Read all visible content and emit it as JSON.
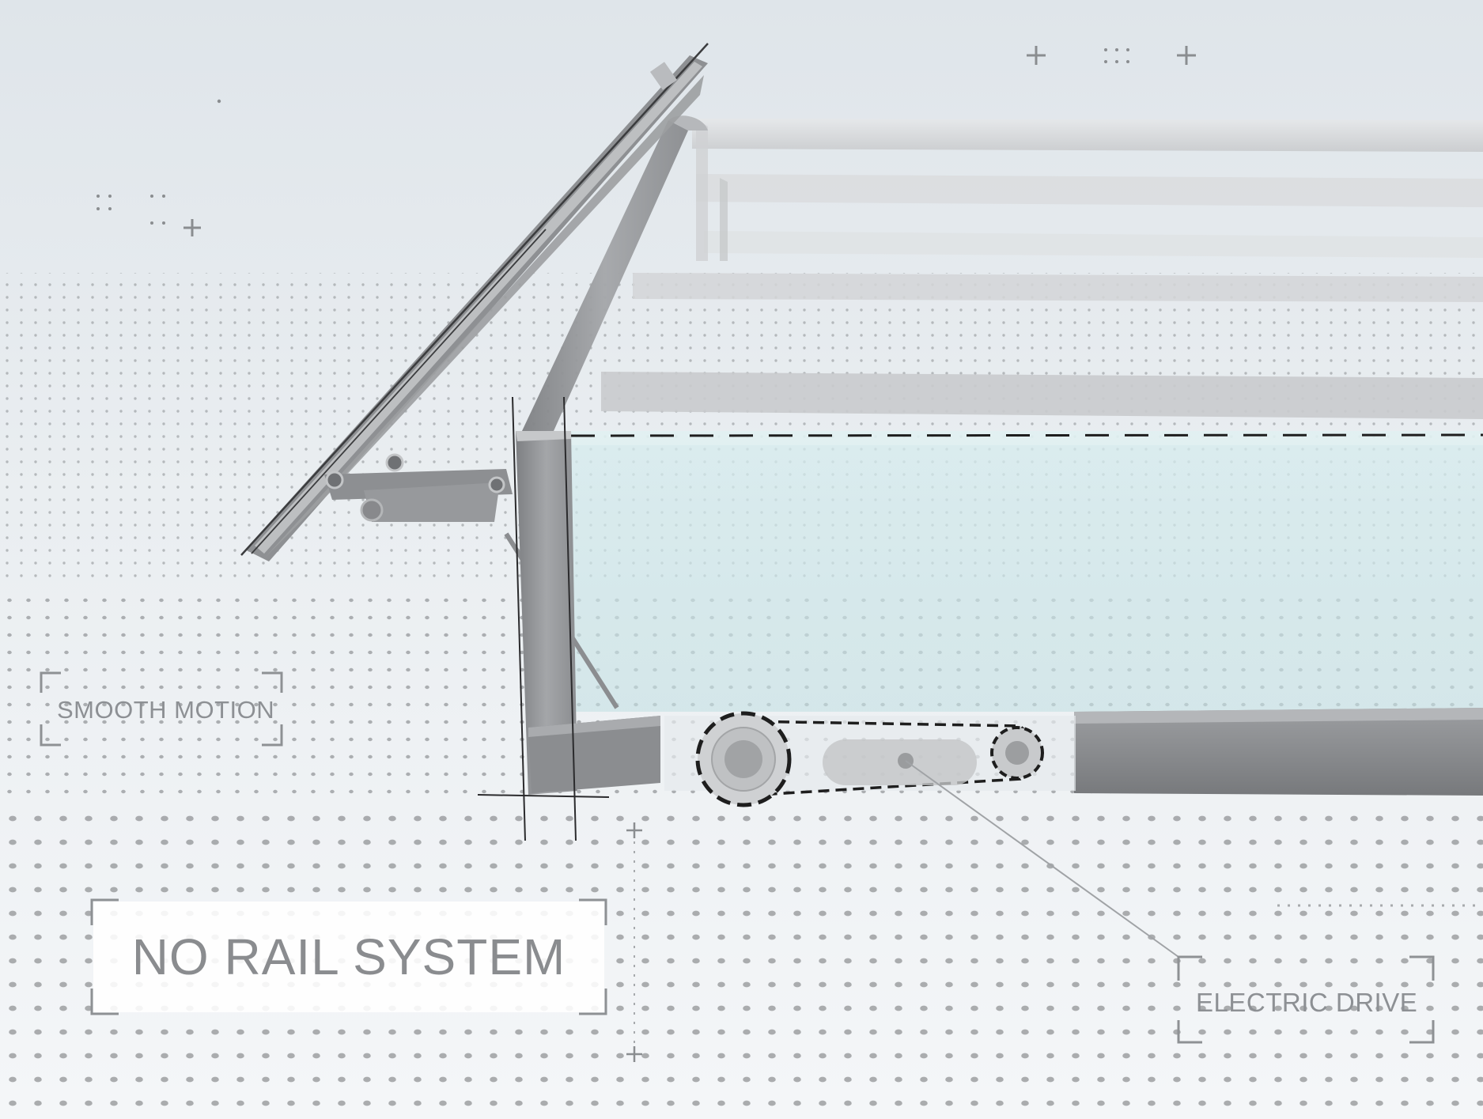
{
  "labels": {
    "smooth_motion": "SMOOTH MOTION",
    "electric_drive": "ELECTRIC DRIVE",
    "no_rail_system": "NO RAIL SYSTEM"
  },
  "colors": {
    "background_top": "#e2e8ed",
    "background_bottom": "#f3f5f7",
    "frame_gray": "#8f9194",
    "frame_dark": "#6d6f72",
    "glass_tint": "#cfe7ea",
    "label_gray": "#8d9094",
    "dot_gray": "#9a9c9e"
  },
  "icons": [
    "plus-icon",
    "dot-grid-icon",
    "corner-bracket-icon"
  ]
}
